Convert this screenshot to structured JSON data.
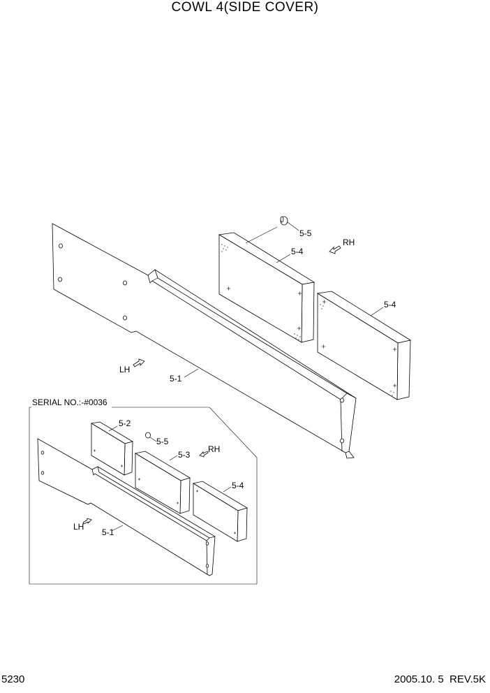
{
  "header": {
    "title": "COWL 4(SIDE COVER)"
  },
  "footer": {
    "page_number": "5230",
    "revision": "2005.10. 5  REV.5K"
  },
  "main_view": {
    "callouts": {
      "c5_5": "5-5",
      "c5_4a": "5-4",
      "c5_4b": "5-4",
      "c5_1": "5-1"
    },
    "directions": {
      "rh": "RH",
      "lh": "LH"
    }
  },
  "inset_view": {
    "serial_label": "SERIAL NO.:-#0036",
    "callouts": {
      "c5_2": "5-2",
      "c5_5": "5-5",
      "c5_3": "5-3",
      "c5_4": "5-4",
      "c5_1": "5-1"
    },
    "directions": {
      "rh": "RH",
      "lh": "LH"
    }
  }
}
